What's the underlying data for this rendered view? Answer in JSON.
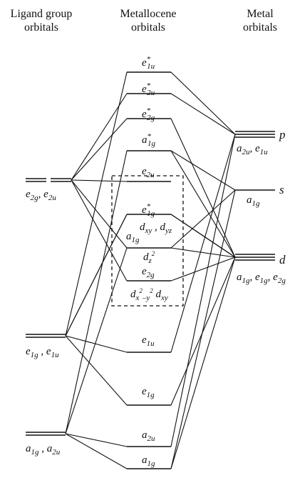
{
  "headers": {
    "ligand_line1": "Ligand group",
    "ligand_line2": "orbitals",
    "metallocene_line1": "Metallocene",
    "metallocene_line2": "orbitals",
    "metal_line1": "Metal",
    "metal_line2": "orbitals"
  },
  "ligand_levels": [
    {
      "id": "L1",
      "label": "e2g, e2u"
    },
    {
      "id": "L2",
      "label": "e1g, e1u"
    },
    {
      "id": "L3",
      "label": "a1g, a2u"
    }
  ],
  "metal_levels": [
    {
      "id": "Mp",
      "symbol": "p",
      "label": "a2u, e1u"
    },
    {
      "id": "Ms",
      "symbol": "s",
      "label": "a1g"
    },
    {
      "id": "Md",
      "symbol": "d",
      "label": "a1g, e1g, e2g"
    }
  ],
  "mo_levels": [
    {
      "id": "e1u*",
      "label": "e1u*"
    },
    {
      "id": "e2u*",
      "label": "e2u*"
    },
    {
      "id": "e2g*",
      "label": "e2g*"
    },
    {
      "id": "a1g*",
      "label": "a1g*"
    },
    {
      "id": "e2u",
      "label": "e2u"
    },
    {
      "id": "e1g*",
      "label": "e1g*"
    },
    {
      "id": "dxy_dyz",
      "label": "dxy, dyz"
    },
    {
      "id": "a1g_dz2",
      "label": "a1g / dz2"
    },
    {
      "id": "e2g_dx2y2",
      "label": "e2g / dx2-y2, dxy"
    },
    {
      "id": "e1u",
      "label": "e1u"
    },
    {
      "id": "e1g",
      "label": "e1g"
    },
    {
      "id": "a2u",
      "label": "a2u"
    },
    {
      "id": "a1g",
      "label": "a1g"
    }
  ],
  "correlation_lines": [
    [
      "L1",
      "e2u*"
    ],
    [
      "L1",
      "e2g*"
    ],
    [
      "L1",
      "e2u"
    ],
    [
      "L1",
      "a1g_dz2"
    ],
    [
      "L1",
      "e2g_dx2y2"
    ],
    [
      "L2",
      "e1g*"
    ],
    [
      "L2",
      "e1u*"
    ],
    [
      "L2",
      "e1u"
    ],
    [
      "L2",
      "e1g"
    ],
    [
      "L2",
      "dxy_dyz"
    ],
    [
      "L3",
      "a1g*"
    ],
    [
      "L3",
      "a2u"
    ],
    [
      "L3",
      "a1g"
    ],
    [
      "L3",
      "a1g_dz2"
    ],
    [
      "Mp",
      "e1u*"
    ],
    [
      "Mp",
      "e2u*"
    ],
    [
      "Mp",
      "e1u"
    ],
    [
      "Mp",
      "a2u"
    ],
    [
      "Ms",
      "a1g*"
    ],
    [
      "Ms",
      "a1g"
    ],
    [
      "Ms",
      "a1g_dz2"
    ],
    [
      "Md",
      "e2g*"
    ],
    [
      "Md",
      "a1g*"
    ],
    [
      "Md",
      "e1g*"
    ],
    [
      "Md",
      "dxy_dyz"
    ],
    [
      "Md",
      "a1g_dz2"
    ],
    [
      "Md",
      "e2g_dx2y2"
    ],
    [
      "Md",
      "e1g"
    ],
    [
      "Md",
      "a1g"
    ]
  ]
}
